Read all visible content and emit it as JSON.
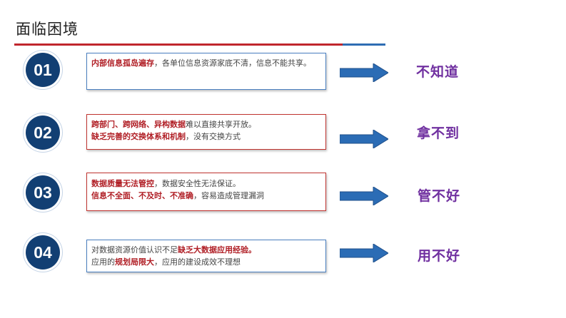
{
  "title": "面临困境",
  "colors": {
    "title_rule_red": "#c0262d",
    "title_rule_blue": "#2e6db3",
    "circle": "#123f73",
    "highlight": "#b01e25",
    "result": "#7030a0",
    "arrow": "#2b6cb5"
  },
  "rows": [
    {
      "number": "01",
      "box_border": "blue",
      "line1_bold": "内部信息孤岛遍存",
      "line1_rest": "，各单位信息资源家底不清，信息不能共享。",
      "arrow_icon": "right-arrow-icon",
      "result": "不知道"
    },
    {
      "number": "02",
      "box_border": "red",
      "line1_bold": "跨部门、跨网络、异构数据",
      "line1_rest": "难以直接共享开放。",
      "line2_bold": "缺乏完善的交换体系和机制",
      "line2_rest": "，没有交换方式",
      "arrow_icon": "right-arrow-icon",
      "result": "拿不到"
    },
    {
      "number": "03",
      "box_border": "red",
      "line1_bold": "数据质量无法管控",
      "line1_rest": "，数据安全性无法保证。",
      "line2_bold": "信息不全面、不及时、不准确",
      "line2_rest": "，容易造成管理漏洞",
      "arrow_icon": "right-arrow-icon",
      "result": "管不好"
    },
    {
      "number": "04",
      "box_border": "blue",
      "line1_rest_pre": "对数据资源价值认识不足",
      "line1_bold": "缺乏大数据应用经验。",
      "line2_pre": "应用的",
      "line2_bold": "规划局限大",
      "line2_rest": "，应用的建设成效不理想",
      "arrow_icon": "right-arrow-icon",
      "result": "用不好"
    }
  ]
}
